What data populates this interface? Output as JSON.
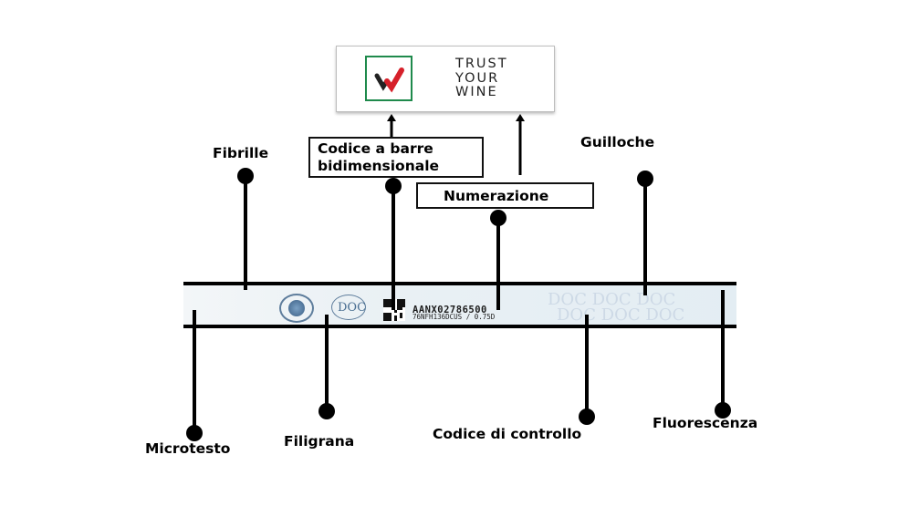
{
  "logo": {
    "lines": [
      "TRUST",
      "YOUR",
      "WINE"
    ],
    "icon": "check-mark-logo-icon",
    "colors": {
      "border": "#1f8a4c",
      "check_red": "#d6202a",
      "check_dark": "#222222"
    }
  },
  "labels": {
    "codice_barre": [
      "Codice a barre",
      "bidimensionale"
    ],
    "numerazione": "Numerazione",
    "fibrille": "Fibrille",
    "guilloche": "Guilloche",
    "microtesto": "Microtesto",
    "filigrana": "Filigrana",
    "codice_controllo": "Codice di controllo",
    "fluorescenza": "Fluorescenza"
  },
  "strip": {
    "code": "AANX02786500",
    "code_small": "76NFH136DCUS / 0.75D",
    "doc_mark": "DOC",
    "bg_text": "DOC DOC DOC"
  }
}
